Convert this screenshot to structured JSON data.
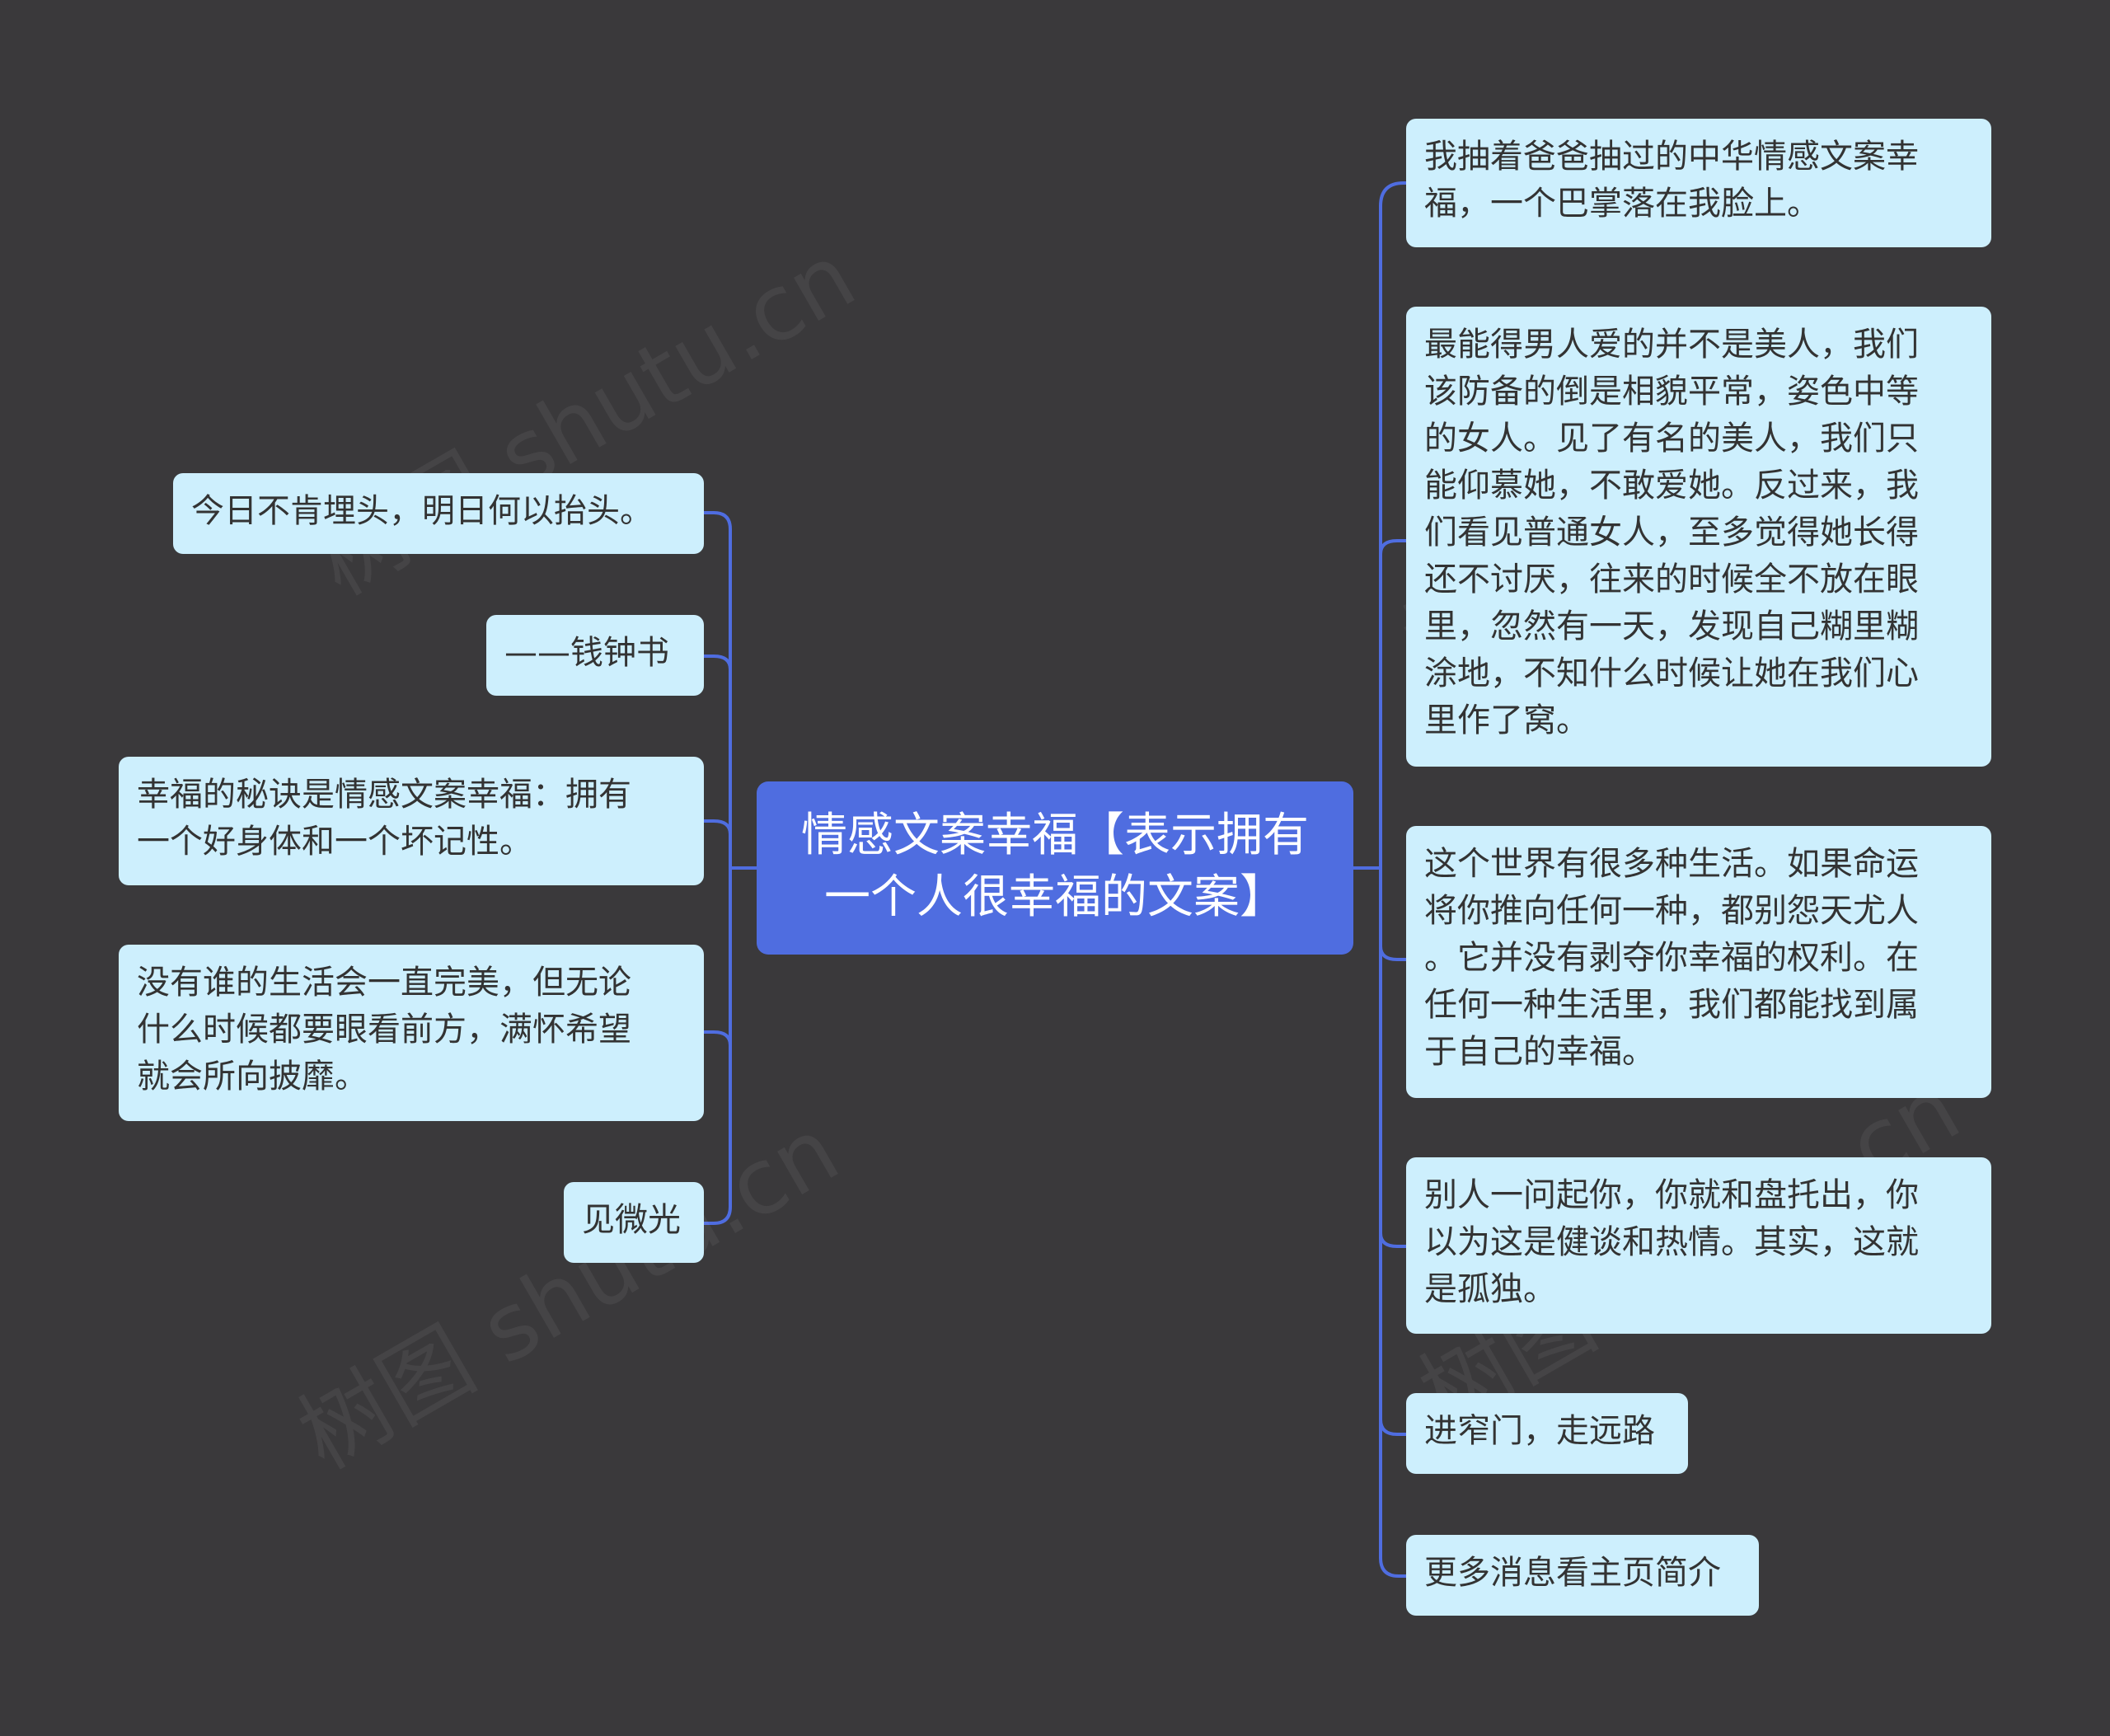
{
  "root": {
    "text": "情感文案幸福【表示拥有\n一个人很幸福的文案】"
  },
  "left_nodes": [
    {
      "text": "今日不肯埋头，明日何以抬头。"
    },
    {
      "text": "——钱钟书"
    },
    {
      "text": "幸福的秘诀是情感文案幸福：拥有\n一个好身体和一个坏记性。"
    },
    {
      "text": "没有谁的生活会一直完美，但无论\n什么时候都要眼看前方，满怀希望\n就会所向披靡。"
    },
    {
      "text": "见微光"
    }
  ],
  "right_nodes": [
    {
      "text": "我抽着爸爸抽过的中华情感文案幸\n福，一个巴掌落在我脸上。"
    },
    {
      "text": "最能得男人爱的并不是美人，我们\n该防备的倒是相貌平常，姿色中等\n的女人。见了有名的美人，我们只\n能仰慕她，不敢爱她。反过来，我\n们看见普通女人，至多觉得她长得\n还不讨厌，往来的时候全不放在眼\n里，忽然有一天，发现自己糊里糊\n涂地，不知什么时候让她在我们心\n里作了窝。"
    },
    {
      "text": "这个世界有很多种生活。如果命运\n将你推向任何一种，都别怨天尤人\n。它并没有剥夺你幸福的权利。在\n任何一种生活里，我们都能找到属\n于自己的幸福。"
    },
    {
      "text": "别人一问起你，你就和盘托出，你\n以为这是健谈和热情。其实，这就\n是孤独。"
    },
    {
      "text": "进窄门，走远路"
    },
    {
      "text": "更多消息看主页简介"
    }
  ],
  "watermark": {
    "text": "树图 shutu.cn"
  },
  "colors": {
    "background": "#3a393b",
    "root_fill": "#4f6de0",
    "node_fill": "#cdeffd",
    "connector": "#4f6de0",
    "node_text": "#333333",
    "root_text": "#ffffff"
  }
}
